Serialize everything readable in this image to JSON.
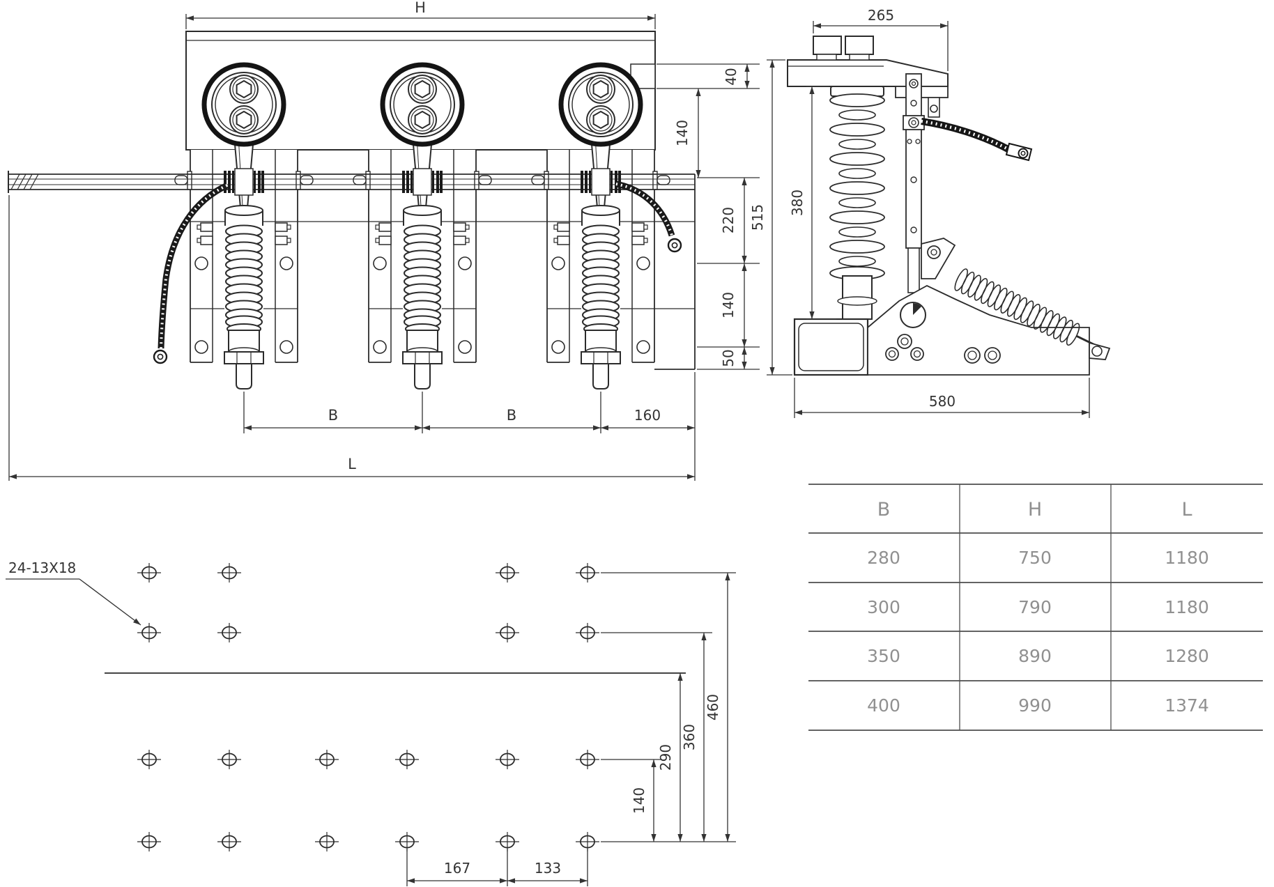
{
  "front": {
    "h": "H",
    "b1": "B",
    "b2": "B",
    "d160": "160",
    "l": "L",
    "d40": "40",
    "d140a": "140",
    "d220": "220",
    "d140b": "140",
    "d50": "50"
  },
  "side": {
    "d265": "265",
    "d515": "515",
    "d380": "380",
    "d580": "580"
  },
  "holes": {
    "note": "24-13X18",
    "d460": "460",
    "d360": "360",
    "d290": "290",
    "d140": "140",
    "d167": "167",
    "d133": "133"
  },
  "table": {
    "headers": [
      "B",
      "H",
      "L"
    ],
    "rows": [
      [
        "280",
        "750",
        "1180"
      ],
      [
        "300",
        "790",
        "1180"
      ],
      [
        "350",
        "890",
        "1280"
      ],
      [
        "400",
        "990",
        "1374"
      ]
    ]
  },
  "colors": {
    "line": "#2b2b2b",
    "dark": "#141414",
    "dim": "#3a3a3a",
    "table_line": "#4d4d4d",
    "table_text": "#909090"
  }
}
